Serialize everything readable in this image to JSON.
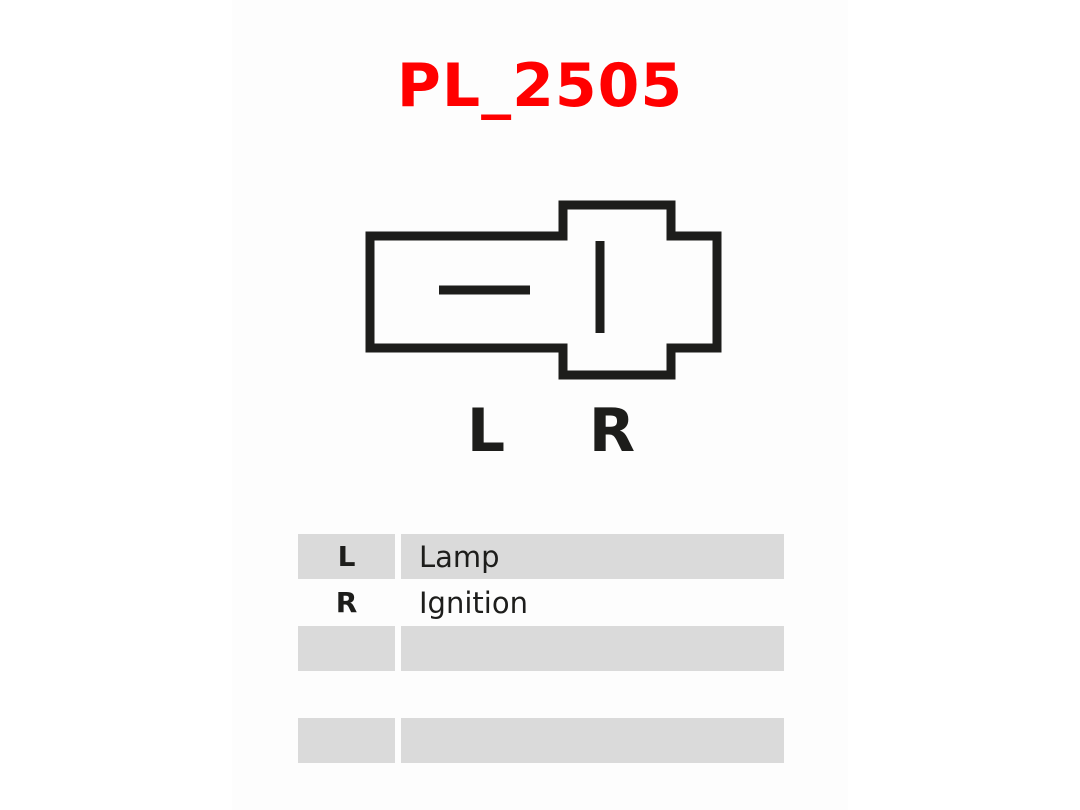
{
  "title": "PL_2505",
  "title_color": "#ff0000",
  "connector": {
    "pins": [
      {
        "label": "L"
      },
      {
        "label": "R"
      }
    ]
  },
  "legend": {
    "rows": [
      {
        "code": "L",
        "description": "Lamp",
        "shaded": true
      },
      {
        "code": "R",
        "description": "Ignition",
        "shaded": false
      },
      {
        "code": "",
        "description": "",
        "shaded": true
      },
      {
        "code": "",
        "description": "",
        "shaded": false
      },
      {
        "code": "",
        "description": "",
        "shaded": true
      }
    ]
  },
  "colors": {
    "outline": "#1d1d1b",
    "row_shade": "#dadada"
  }
}
